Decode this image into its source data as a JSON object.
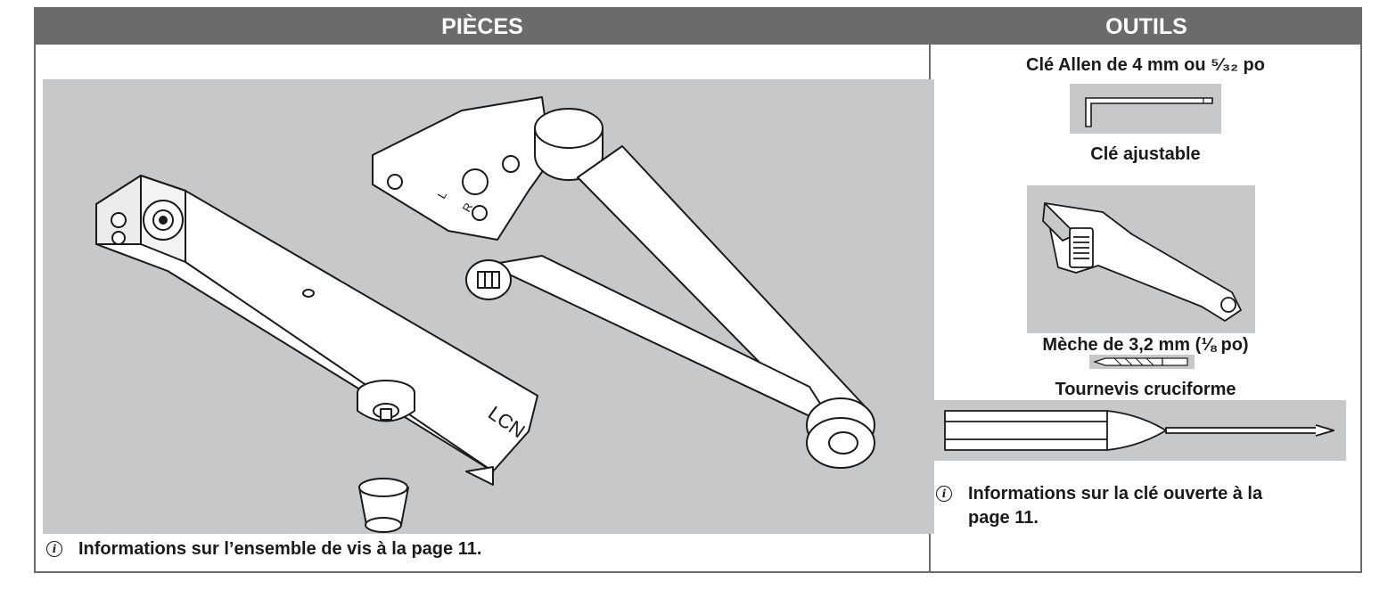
{
  "headers": {
    "pieces": "PIÈCES",
    "outils": "OUTILS"
  },
  "pieces": {
    "brand": "LCN",
    "arm_letters": [
      "L",
      "R"
    ],
    "note": "Informations sur l’ensemble de vis à la page 11."
  },
  "outils": {
    "tools": [
      {
        "label": "Clé Allen de 4 mm ou ⁵⁄₃₂ po",
        "icon": "allen-key-icon"
      },
      {
        "label": "Clé ajustable",
        "icon": "adjustable-wrench-icon"
      },
      {
        "label": "Mèche de 3,2 mm (⅛ po)",
        "icon": "drill-bit-icon"
      },
      {
        "label": "Tournevis cruciforme",
        "icon": "phillips-screwdriver-icon"
      }
    ],
    "note_line1": "Informations sur la clé ouverte à la",
    "note_line2": "page 11."
  },
  "colors": {
    "header_bg": "#6b6b6b",
    "panel_bg": "#c7c8ca",
    "line": "#1a1a1a"
  }
}
